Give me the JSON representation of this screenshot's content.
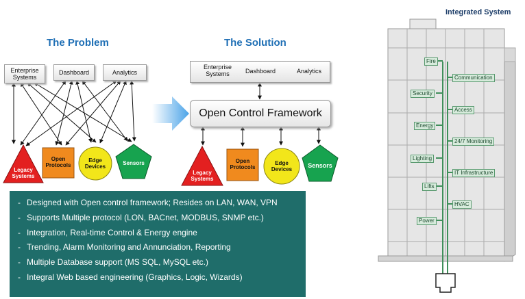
{
  "problem": {
    "title": "The Problem",
    "top": [
      {
        "id": "enterprise",
        "label": "Enterprise Systems"
      },
      {
        "id": "dashboard",
        "label": "Dashboard"
      },
      {
        "id": "analytics",
        "label": "Analytics"
      }
    ],
    "bottom": [
      {
        "id": "legacy",
        "label": "Legacy Systems",
        "shape": "triangle",
        "color": "#e32020"
      },
      {
        "id": "open",
        "label": "Open Protocols",
        "shape": "square",
        "color": "#f08a1e"
      },
      {
        "id": "edge",
        "label": "Edge Devices",
        "shape": "circle",
        "color": "#f2e61a"
      },
      {
        "id": "sensors",
        "label": "Sensors",
        "shape": "pentagon",
        "color": "#17a34f"
      }
    ]
  },
  "solution": {
    "title": "The Solution",
    "top_labels": [
      "Enterprise Systems",
      "Dashboard",
      "Analytics"
    ],
    "framework": "Open Control Framework",
    "bottom": [
      {
        "id": "legacy",
        "label": "Legacy Systems",
        "shape": "triangle",
        "color": "#e32020"
      },
      {
        "id": "open",
        "label": "Open Protocols",
        "shape": "square",
        "color": "#f08a1e"
      },
      {
        "id": "edge",
        "label": "Edge Devices",
        "shape": "circle",
        "color": "#f2e61a"
      },
      {
        "id": "sensors",
        "label": "Sensors",
        "shape": "pentagon",
        "color": "#17a34f"
      }
    ]
  },
  "features": [
    "Designed with Open control framework; Resides on LAN, WAN, VPN",
    "Supports Multiple protocol (LON, BACnet, MODBUS, SNMP etc.)",
    "Integration, Real-time Control & Energy engine",
    "Trending, Alarm Monitoring and Annunciation, Reporting",
    "Multiple Database support (MS SQL, MySQL etc.)",
    "Integral Web based engineering (Graphics, Logic, Wizards)"
  ],
  "integrated": {
    "title": "Integrated System",
    "left_labels": [
      "Fire",
      "Security",
      "Energy",
      "Lighting",
      "Lifts",
      "Power"
    ],
    "right_labels": [
      "Communication",
      "Access",
      "24/7 Monitoring",
      "IT Infrastructure",
      "HVAC"
    ]
  },
  "colors": {
    "heading": "#1f6fb5",
    "panel": "#1f6d6a",
    "arrow": "#5aa9e6",
    "bus": "#3f8f5a"
  }
}
